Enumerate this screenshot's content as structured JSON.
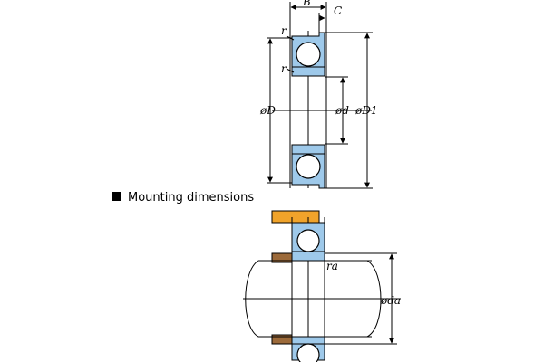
{
  "labels": {
    "B": "B",
    "C": "C",
    "r_top": "r",
    "r_inner": "r",
    "D": "øD",
    "d": "ød",
    "D1": "øD1",
    "ra": "ra",
    "da": "øda"
  },
  "section_heading": "Mounting dimensions",
  "colors": {
    "ring": "#9ec9ea",
    "housing": "#f0a32a",
    "spacer": "#9c6a3a",
    "line": "#000000"
  }
}
